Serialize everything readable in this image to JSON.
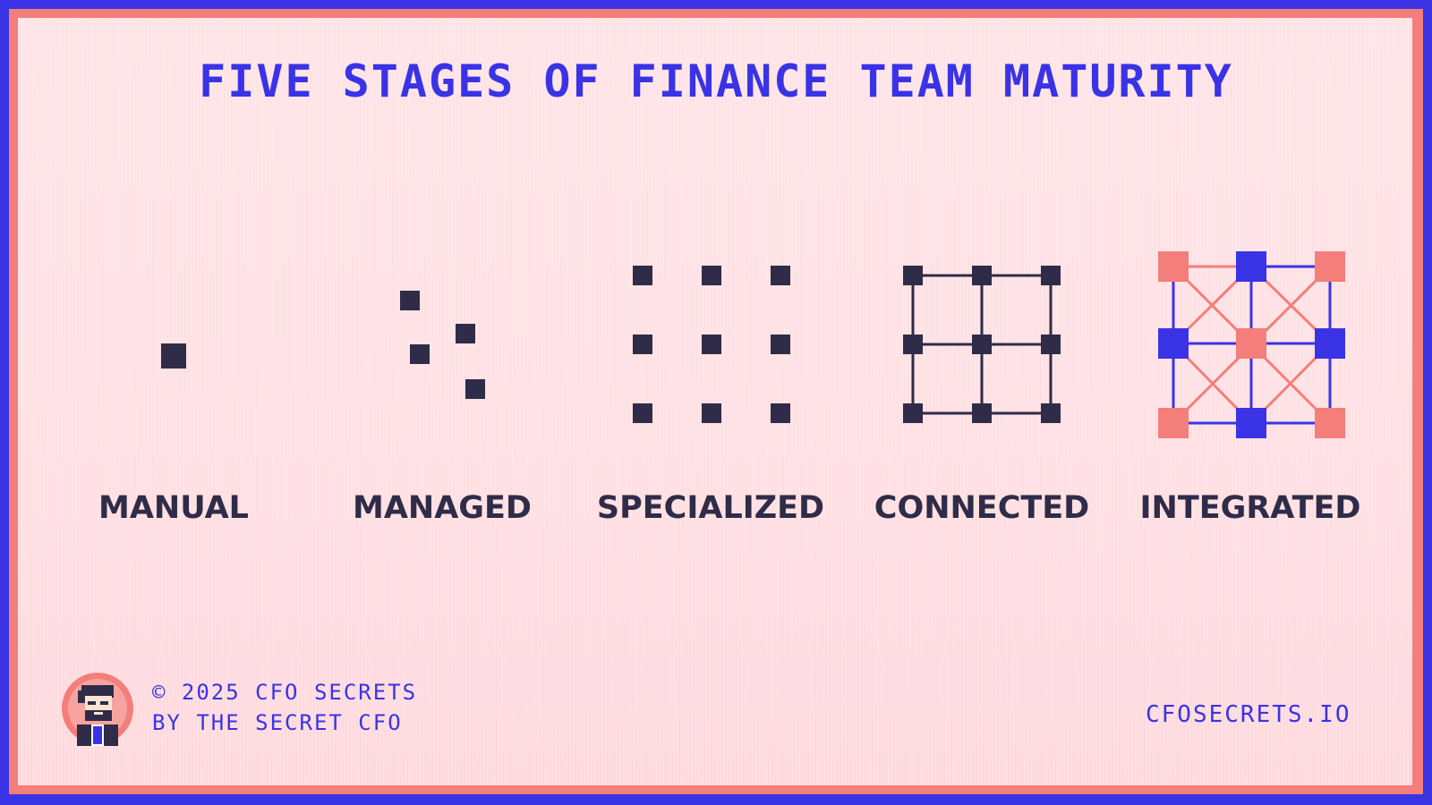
{
  "title": "FIVE STAGES OF FINANCE TEAM MATURITY",
  "stages": [
    {
      "label": "MANUAL"
    },
    {
      "label": "MANAGED"
    },
    {
      "label": "SPECIALIZED"
    },
    {
      "label": "CONNECTED"
    },
    {
      "label": "INTEGRATED"
    }
  ],
  "footer": {
    "copyright": "© 2025 CFO SECRETS",
    "byline": "BY THE SECRET CFO",
    "website": "CFOSECRETS.IO"
  },
  "colors": {
    "outer_border": "#3a33e6",
    "inner_border": "#f37e7a",
    "background": "#ffe0e3",
    "node_dark": "#2e2c48",
    "accent_blue": "#3a33e6",
    "accent_coral": "#f37e7a"
  }
}
